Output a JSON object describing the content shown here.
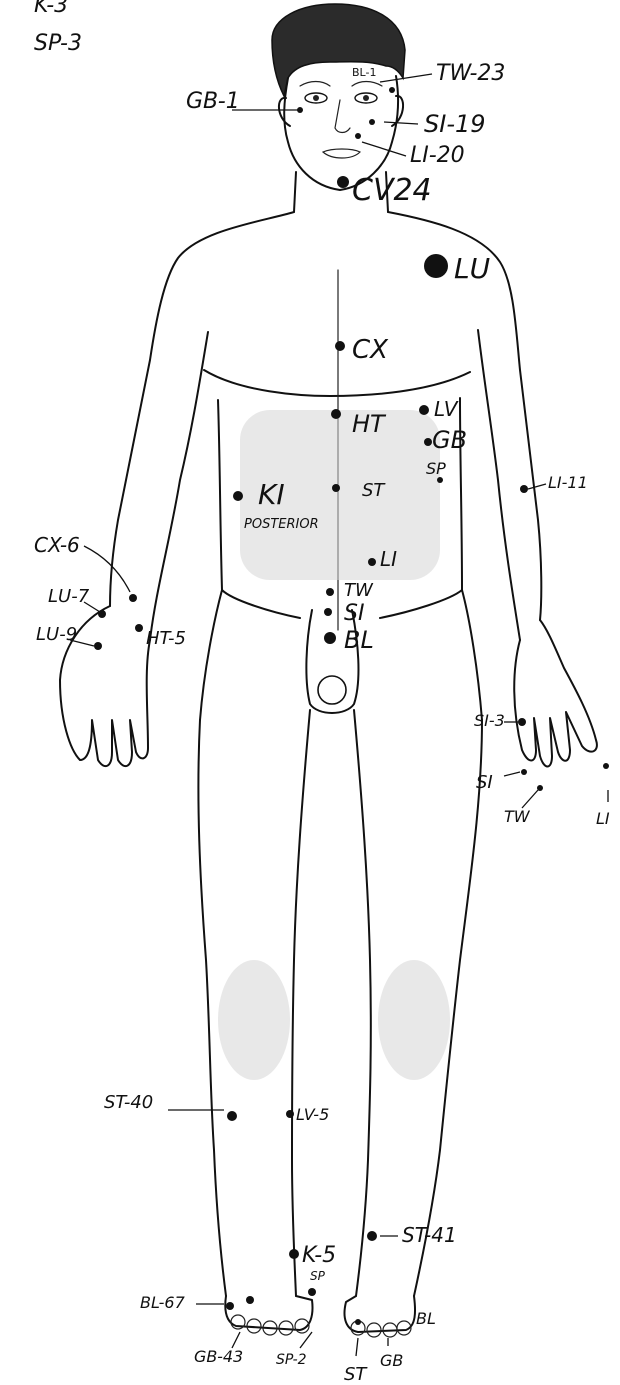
{
  "corner_notes": {
    "top": "K-3",
    "bottom": "SP-3"
  },
  "labels": {
    "bl1": "BL-1",
    "tw23": "TW-23",
    "gb1": "GB-1",
    "si19": "SI-19",
    "li20": "LI-20",
    "cv24": "CV24",
    "lu": "LU",
    "cx": "CX",
    "ht": "HT",
    "lv": "LV",
    "gb": "GB",
    "sp": "SP",
    "st": "ST",
    "ki": "KI",
    "posterior": "POSTERIOR",
    "li": "LI",
    "tw": "TW",
    "si": "SI",
    "bl": "BL",
    "li11": "LI-11",
    "cx6": "CX-6",
    "lu7": "LU-7",
    "lu9": "LU-9",
    "ht5": "HT-5",
    "si3": "SI-3",
    "si_hand": "SI",
    "tw_hand": "TW",
    "li_hand": "LI",
    "st40": "ST-40",
    "lv5": "LV-5",
    "st41": "ST-41",
    "k5": "K-5",
    "sp_foot": "SP",
    "bl67": "BL-67",
    "gb43": "GB-43",
    "sp2": "SP-2",
    "st_foot": "ST",
    "gb_foot": "GB",
    "bl_foot": "BL"
  }
}
